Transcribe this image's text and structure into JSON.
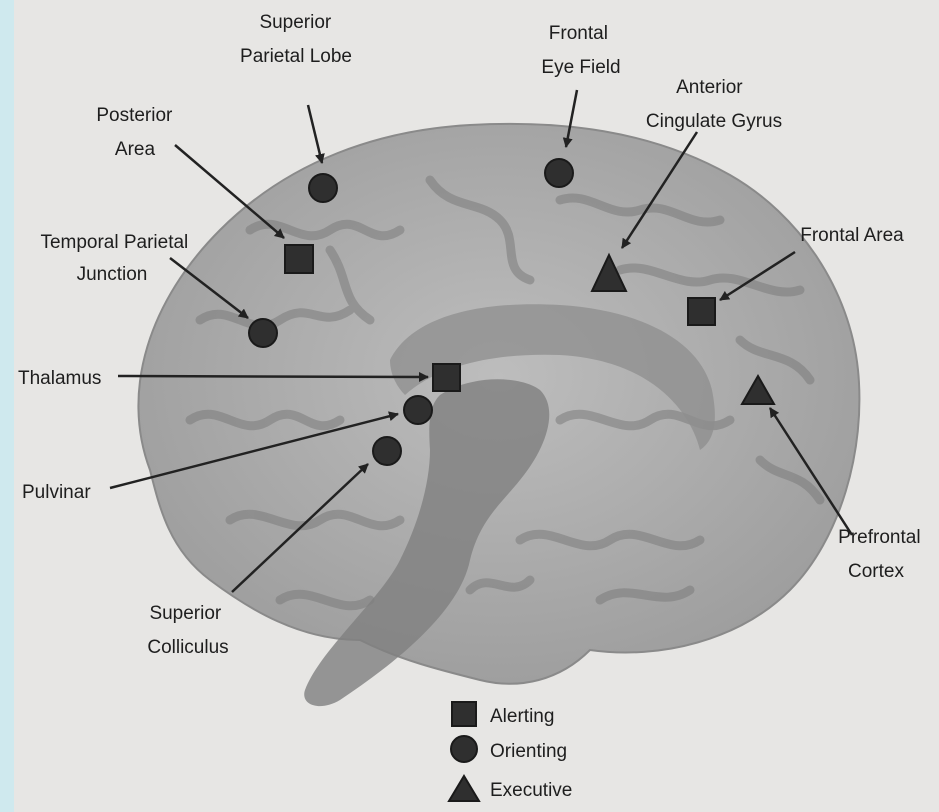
{
  "labels": {
    "superior_parietal_lobe": [
      "Superior",
      "Parietal Lobe"
    ],
    "posterior_area": [
      "Posterior",
      "Area"
    ],
    "temporal_parietal_junction": [
      "Temporal Parietal",
      "Junction"
    ],
    "thalamus": [
      "Thalamus"
    ],
    "pulvinar": [
      "Pulvinar"
    ],
    "superior_colliculus": [
      "Superior",
      "Colliculus"
    ],
    "frontal_eye_field": [
      "Frontal",
      "Eye Field"
    ],
    "anterior_cingulate_gyrus": [
      "Anterior",
      "Cingulate Gyrus"
    ],
    "frontal_area": [
      "Frontal Area"
    ],
    "prefrontal_cortex": [
      "Prefrontal",
      "Cortex"
    ]
  },
  "legend": {
    "alerting": "Alerting",
    "orienting": "Orienting",
    "executive": "Executive"
  },
  "colors": {
    "background": "#e7e6e4",
    "brain": "#a9a9a9",
    "marker": "#2f2f2f"
  }
}
